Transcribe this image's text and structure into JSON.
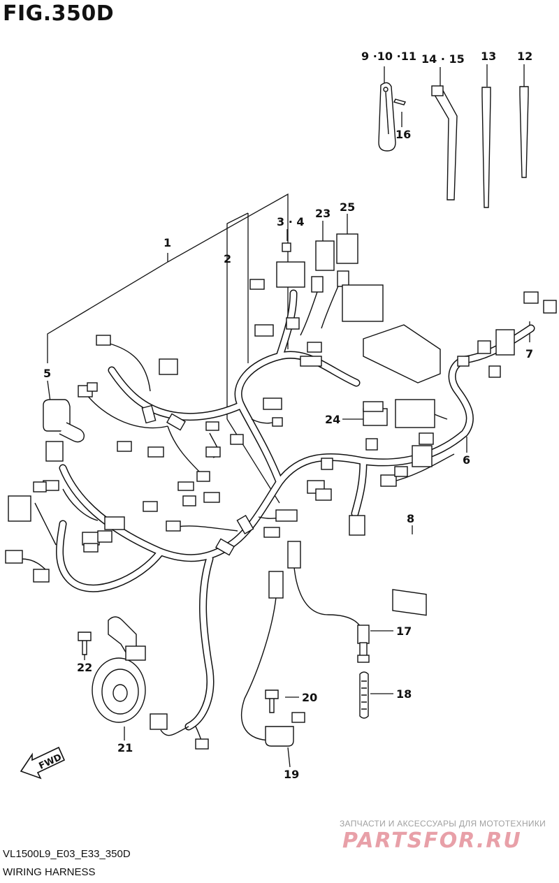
{
  "figure": {
    "title": "FIG.350D",
    "model_code": "VL1500L9_E03_E33_350D",
    "section_name": "WIRING HARNESS"
  },
  "parts": {
    "p1": "1",
    "p2": "2",
    "p3_4": "3 · 4",
    "p5": "5",
    "p6": "6",
    "p7": "7",
    "p8": "8",
    "p9_10_11": "9 ·10 ·11",
    "p12": "12",
    "p13": "13",
    "p14_15": "14 · 15",
    "p16": "16",
    "p17": "17",
    "p18": "18",
    "p19": "19",
    "p20": "20",
    "p21": "21",
    "p22": "22",
    "p23": "23",
    "p24": "24",
    "p25": "25"
  },
  "direction_indicator": "FWD",
  "watermark": {
    "tagline": "ЗАПЧАСТИ И АКСЕССУАРЫ ДЛЯ МОТОТЕХНИКИ",
    "logo": "PARTSFOR.RU"
  },
  "icons": {
    "fwd_arrow": "fwd-arrow-icon"
  }
}
